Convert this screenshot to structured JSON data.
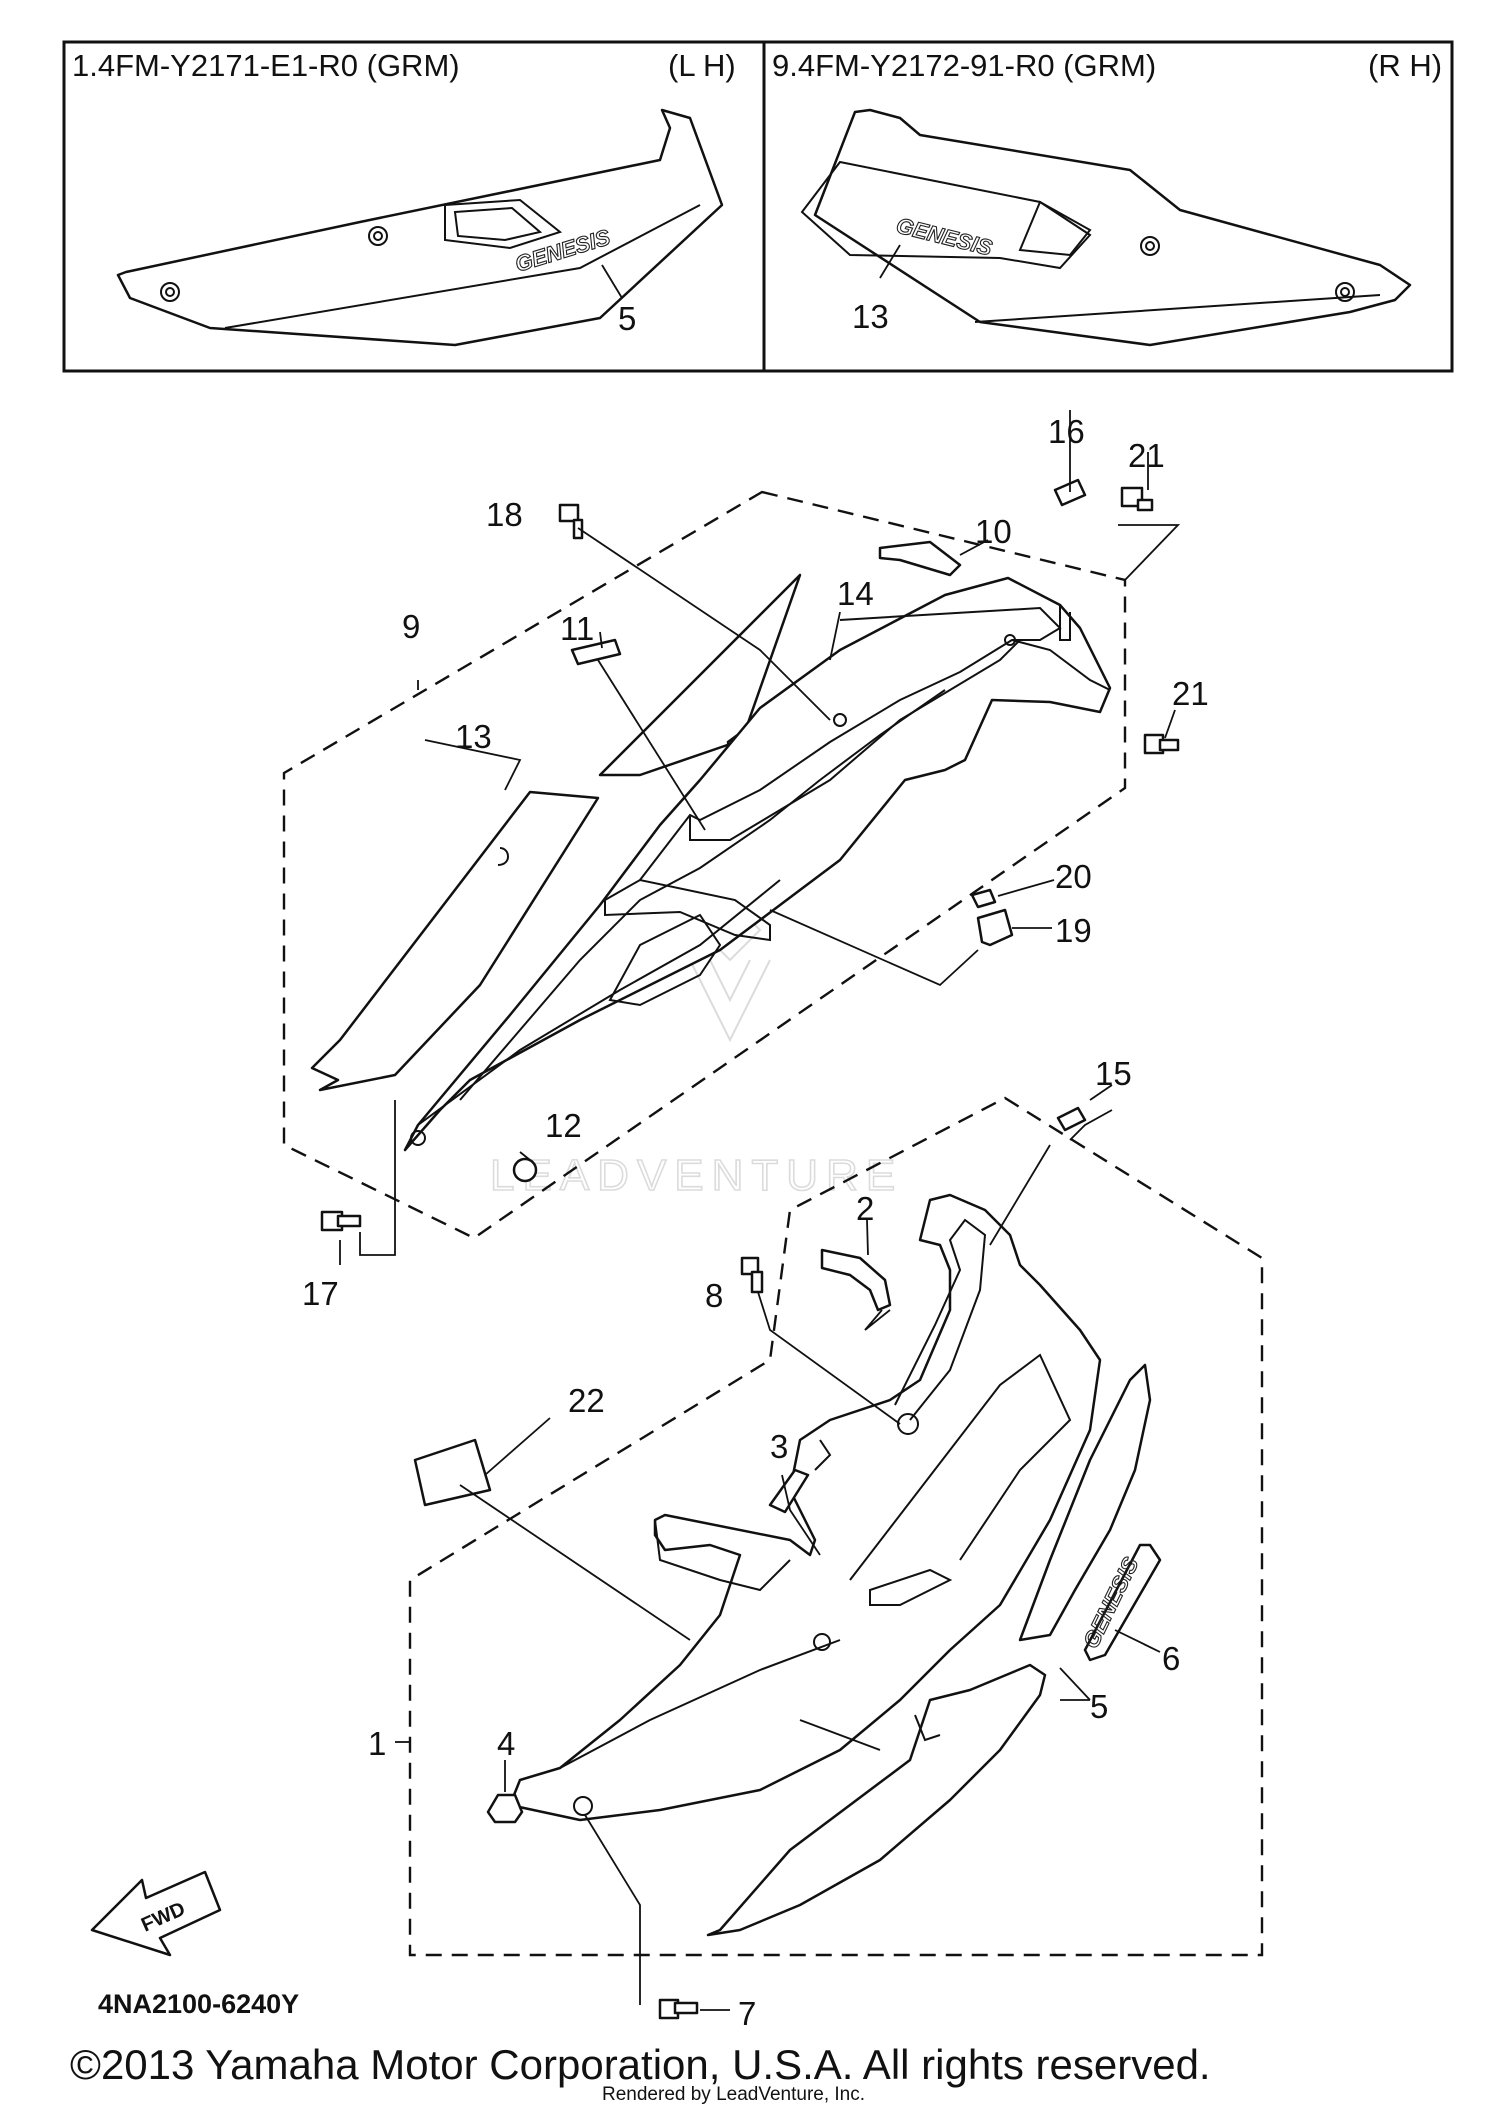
{
  "header": {
    "left_code": "1.4FM-Y2171-E1-R0 (GRM)",
    "left_side": "(L H)",
    "right_code": "9.4FM-Y2172-91-R0 (GRM)",
    "right_side": "(R H)"
  },
  "brand_graphic": "GENESIS",
  "callouts": {
    "c1": "1",
    "c2": "2",
    "c3": "3",
    "c4": "4",
    "c5": "5",
    "c6": "6",
    "c7": "7",
    "c8": "8",
    "c9": "9",
    "c10": "10",
    "c11": "11",
    "c12": "12",
    "c13": "13",
    "c14": "14",
    "c15": "15",
    "c16": "16",
    "c17": "17",
    "c18": "18",
    "c19": "19",
    "c20": "20",
    "c21": "21",
    "c22": "22"
  },
  "inset_callouts": {
    "lh": "5",
    "rh": "13"
  },
  "fwd_label": "FWD",
  "diagram_code": "4NA2100-6240Y",
  "watermark": "LEADVENTURE",
  "copyright": "©2013 Yamaha Motor Corporation, U.S.A. All rights reserved.",
  "rendered_by": "Rendered by LeadVenture, Inc."
}
